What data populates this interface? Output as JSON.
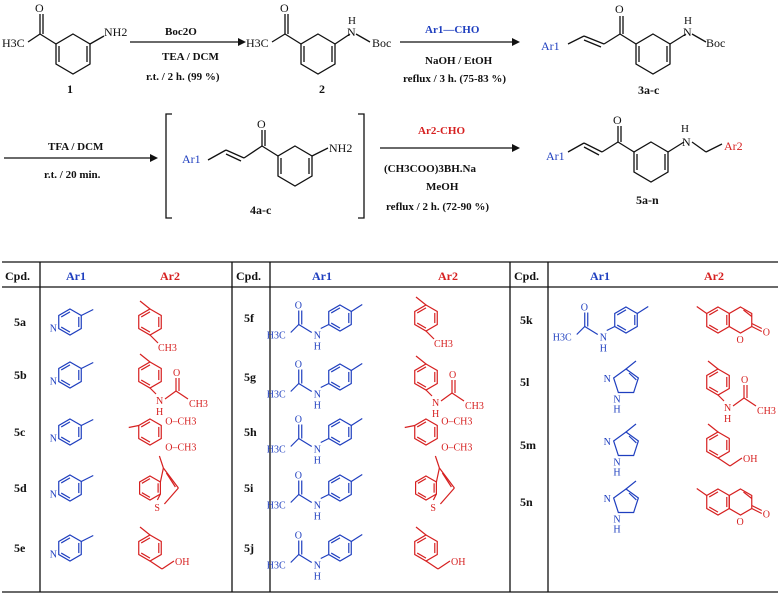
{
  "scheme": {
    "compounds": [
      "1",
      "2",
      "3a-c",
      "4a-c",
      "5a-n"
    ],
    "step1": {
      "reagent": "Boc2O",
      "conditions": [
        "TEA / DCM",
        "r.t. / 2 h. (99 %)"
      ]
    },
    "step2": {
      "reagent": "Ar1—CHO",
      "conditions": [
        "NaOH / EtOH",
        "reflux / 3 h. (75-83 %)"
      ]
    },
    "step3": {
      "conditions": [
        "TFA / DCM",
        "r.t. / 20 min."
      ]
    },
    "step4": {
      "reagent": "Ar2-CHO",
      "conditions": [
        "(CH3COO)3BH.Na",
        "MeOH",
        "reflux / 2 h. (72-90 %)"
      ]
    },
    "groups": {
      "amine": "NH2",
      "boc": "Boc",
      "nh": "N",
      "h": "H",
      "h3c": "H3C",
      "o": "O",
      "ar1": "Ar1",
      "ar2": "Ar2"
    }
  },
  "table": {
    "headers": {
      "cpd": "Cpd.",
      "ar1": "Ar1",
      "ar2": "Ar2"
    },
    "rows": [
      {
        "cpd": "5a",
        "ar1": "3-pyridyl",
        "ar2": "4-methylphenyl"
      },
      {
        "cpd": "5b",
        "ar1": "3-pyridyl",
        "ar2": "4-acetamidophenyl"
      },
      {
        "cpd": "5c",
        "ar1": "3-pyridyl",
        "ar2": "3,4-dimethoxyphenyl"
      },
      {
        "cpd": "5d",
        "ar1": "3-pyridyl",
        "ar2": "benzothiophen-3-yl"
      },
      {
        "cpd": "5e",
        "ar1": "3-pyridyl",
        "ar2": "4-(hydroxymethyl)phenyl"
      },
      {
        "cpd": "5f",
        "ar1": "4-acetamidophenyl",
        "ar2": "4-methylphenyl"
      },
      {
        "cpd": "5g",
        "ar1": "4-acetamidophenyl",
        "ar2": "4-acetamidophenyl"
      },
      {
        "cpd": "5h",
        "ar1": "4-acetamidophenyl",
        "ar2": "3,4-dimethoxyphenyl"
      },
      {
        "cpd": "5i",
        "ar1": "4-acetamidophenyl",
        "ar2": "benzothiophen-3-yl"
      },
      {
        "cpd": "5j",
        "ar1": "4-acetamidophenyl",
        "ar2": "4-(hydroxymethyl)phenyl"
      },
      {
        "cpd": "5k",
        "ar1": "4-acetamidophenyl",
        "ar2": "coumarin-6-yl"
      },
      {
        "cpd": "5l",
        "ar1": "imidazol-4-yl",
        "ar2": "4-acetamidophenyl"
      },
      {
        "cpd": "5m",
        "ar1": "imidazol-4-yl",
        "ar2": "4-(hydroxymethyl)phenyl"
      },
      {
        "cpd": "5n",
        "ar1": "imidazol-4-yl",
        "ar2": "coumarin-6-yl"
      }
    ],
    "labels": {
      "n": "N",
      "h": "H",
      "s": "S",
      "o": "O",
      "ch3": "CH3",
      "och3": "O–CH3",
      "oh": "OH",
      "h3c": "H3C"
    }
  }
}
